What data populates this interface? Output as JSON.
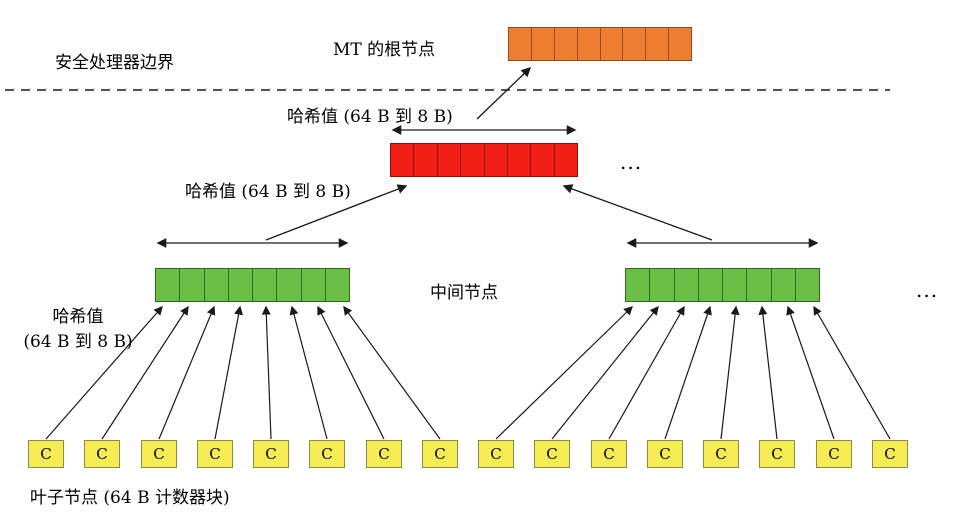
{
  "diagram": {
    "boundary_label": "安全处理器边界",
    "root_label": "MT 的根节点",
    "hash_label_top": "哈希值 (64 B 到 8 B)",
    "hash_label_mid": "哈希值 (64 B 到 8 B)",
    "hash_label_left_line1": "哈希值",
    "hash_label_left_line2": "(64 B 到 8 B)",
    "intermediate_label": "中间节点",
    "leaf_caption": "叶子节点 (64 B 计数器块)",
    "ellipsis_upper": "...",
    "ellipsis_lower": "...",
    "cells_per_node": 8,
    "leaf_labels": [
      "C",
      "C",
      "C",
      "C",
      "C",
      "C",
      "C",
      "C",
      "C",
      "C",
      "C",
      "C",
      "C",
      "C",
      "C",
      "C"
    ],
    "colors": {
      "root_fill": "#ED7D31",
      "root_border": "#9C4A1D",
      "hash_fill": "#F01E14",
      "hash_border": "#8F0E08",
      "intermediate_fill": "#6BBE46",
      "intermediate_border": "#2F6B1F",
      "leaf_fill": "#F4EC52",
      "leaf_border": "#8F8D45",
      "line_color": "#1a1a1a"
    }
  }
}
